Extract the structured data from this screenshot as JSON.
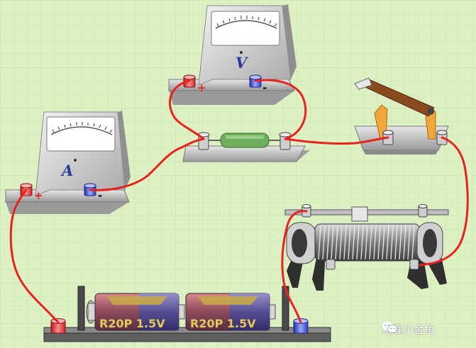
{
  "voltmeter": {
    "symbol": "V",
    "plus": "+",
    "minus": "-"
  },
  "ammeter": {
    "symbol": "A",
    "plus": "+",
    "minus": "-"
  },
  "battery": {
    "cells": [
      {
        "label": "R20P 1.5V"
      },
      {
        "label": "R20P 1.5V"
      }
    ]
  },
  "watermark": {
    "text": "物理小金鱼"
  },
  "colors": {
    "background": "#ddf0c4",
    "wire": "#e8231e",
    "positive_terminal": "#e83a3a",
    "negative_terminal": "#3c4fd6",
    "resistor": "#6fae5c",
    "switch_lever": "#8a4a1e",
    "switch_clip": "#f0a83a"
  }
}
